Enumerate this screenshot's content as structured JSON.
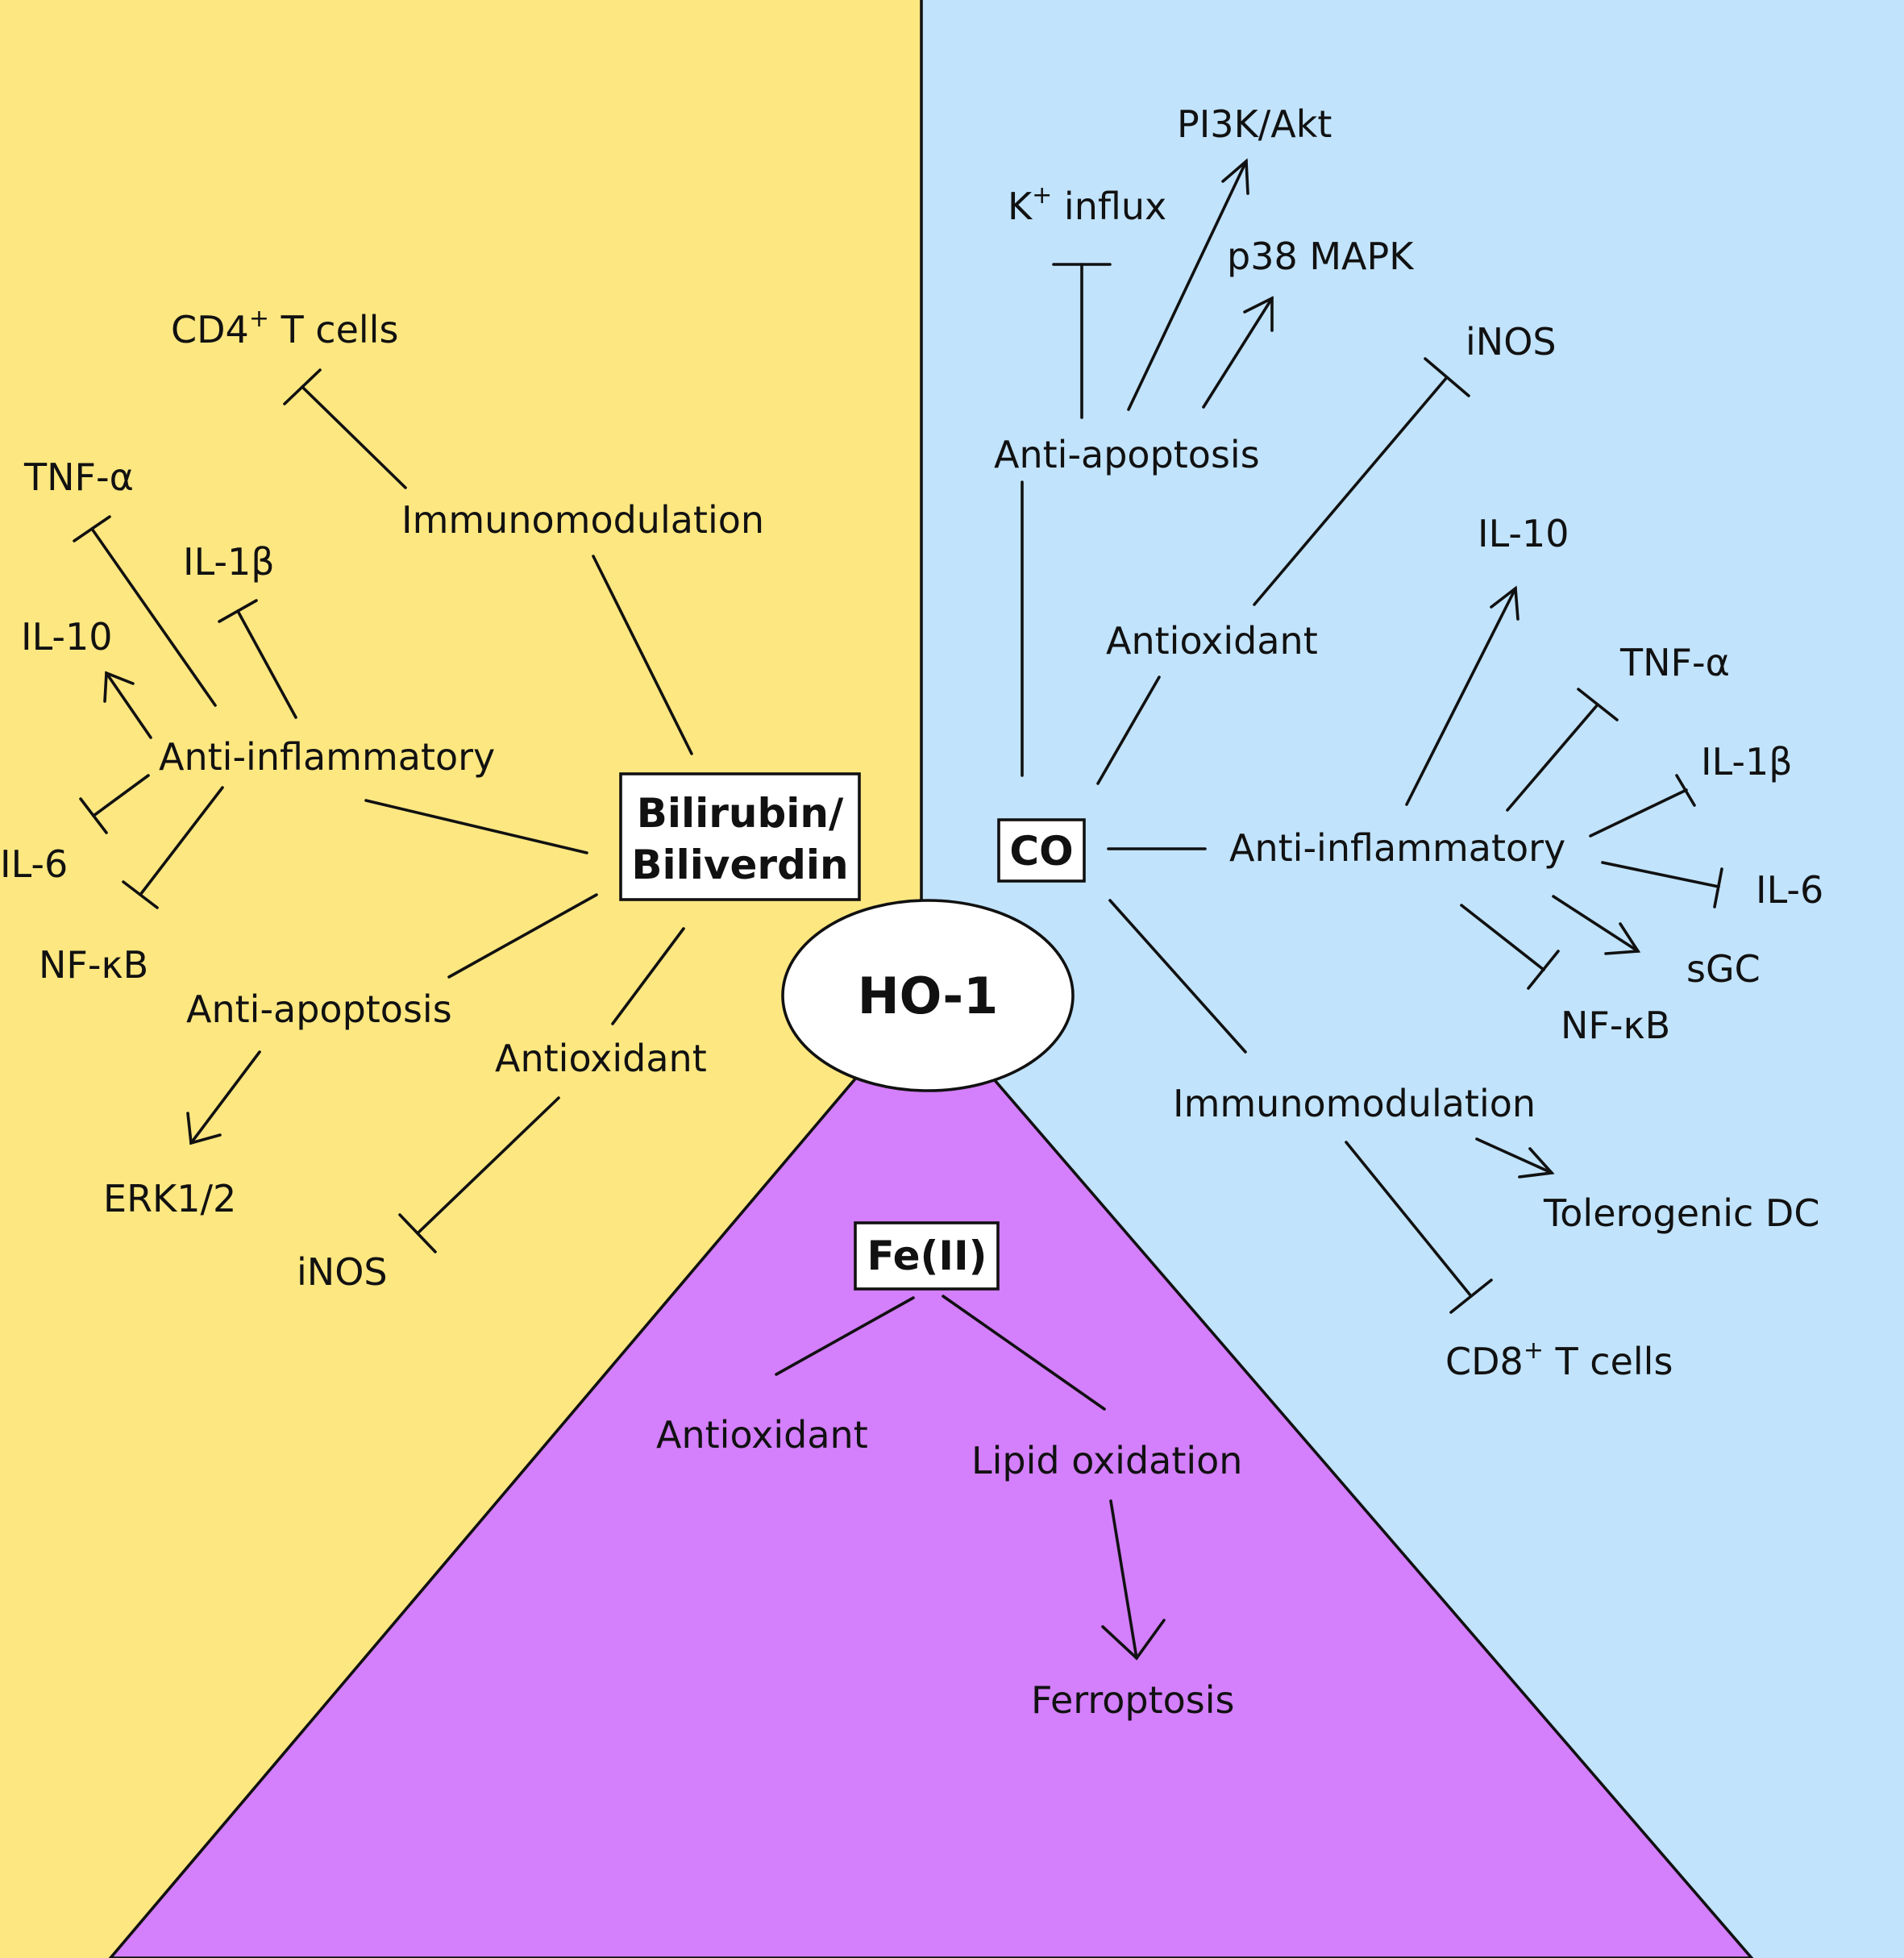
{
  "colors": {
    "bilirubin_region": "#fde781",
    "co_region": "#c1e3fc",
    "iron_region": "#d47ffb",
    "ink": "#111111"
  },
  "center": {
    "label": "HO-1"
  },
  "bilirubin": {
    "box_line1": "Bilirubin/",
    "box_line2": "Biliverdin",
    "immunomodulation": "Immunomodulation",
    "cd4_base": "CD4",
    "cd4_sup": "+",
    "cd4_rest": " T cells",
    "anti_inflammatory": "Anti-inflammatory",
    "tnf": "TNF-α",
    "il1b": "IL-1β",
    "il10": "IL-10",
    "il6": "IL-6",
    "nfkb": "NF-κB",
    "anti_apoptosis": "Anti-apoptosis",
    "erk": "ERK1/2",
    "antioxidant": "Antioxidant",
    "inos": "iNOS"
  },
  "co": {
    "box": "CO",
    "anti_apoptosis": "Anti-apoptosis",
    "k_base": "K",
    "k_sup": "+",
    "k_rest": "  influx",
    "pi3k": "PI3K/Akt",
    "p38": "p38 MAPK",
    "inos": "iNOS",
    "antioxidant": "Antioxidant",
    "il10": "IL-10",
    "tnf": "TNF-α",
    "il1b": "IL-1β",
    "anti_inflammatory": "Anti-inflammatory",
    "il6": "IL-6",
    "sgc": "sGC",
    "nfkb": "NF-κB",
    "immunomodulation": "Immunomodulation",
    "tolerogenic": "Tolerogenic DC",
    "cd8_base": "CD8",
    "cd8_sup": "+",
    "cd8_rest": "  T cells"
  },
  "iron": {
    "box": "Fe(II)",
    "antioxidant": "Antioxidant",
    "lipid": "Lipid oxidation",
    "ferroptosis": "Ferroptosis"
  }
}
